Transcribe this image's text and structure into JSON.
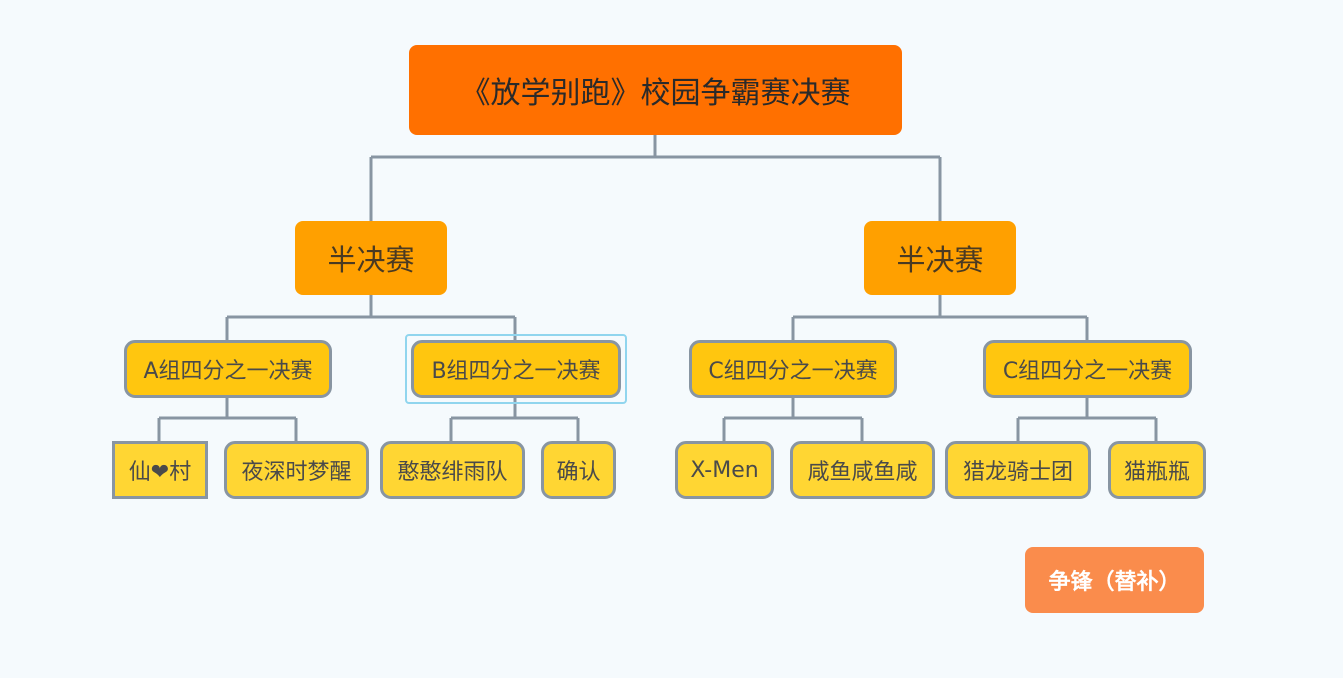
{
  "root": {
    "label": "《放学别跑》校园争霸赛决赛"
  },
  "semifinals": [
    {
      "label": "半决赛"
    },
    {
      "label": "半决赛"
    }
  ],
  "quarterfinals": [
    {
      "label": "A组四分之一决赛"
    },
    {
      "label": "B组四分之一决赛"
    },
    {
      "label": "C组四分之一决赛"
    },
    {
      "label": "C组四分之一决赛"
    }
  ],
  "teams": [
    {
      "label": "仙❤村"
    },
    {
      "label": "夜深时梦醒"
    },
    {
      "label": "憨憨绯雨队"
    },
    {
      "label": "确认"
    },
    {
      "label": "X-Men"
    },
    {
      "label": "咸鱼咸鱼咸"
    },
    {
      "label": "猎龙骑士团"
    },
    {
      "label": "猫瓶瓶"
    }
  ],
  "substitute": {
    "label": "争锋（替补）"
  },
  "colors": {
    "root": "#ff7000",
    "semifinal": "#ffa000",
    "quarterfinal": "#ffc60f",
    "team": "#ffd633",
    "connector": "#8895a2",
    "selection": "#90d5ee",
    "substitute": "#fa8c4c"
  }
}
